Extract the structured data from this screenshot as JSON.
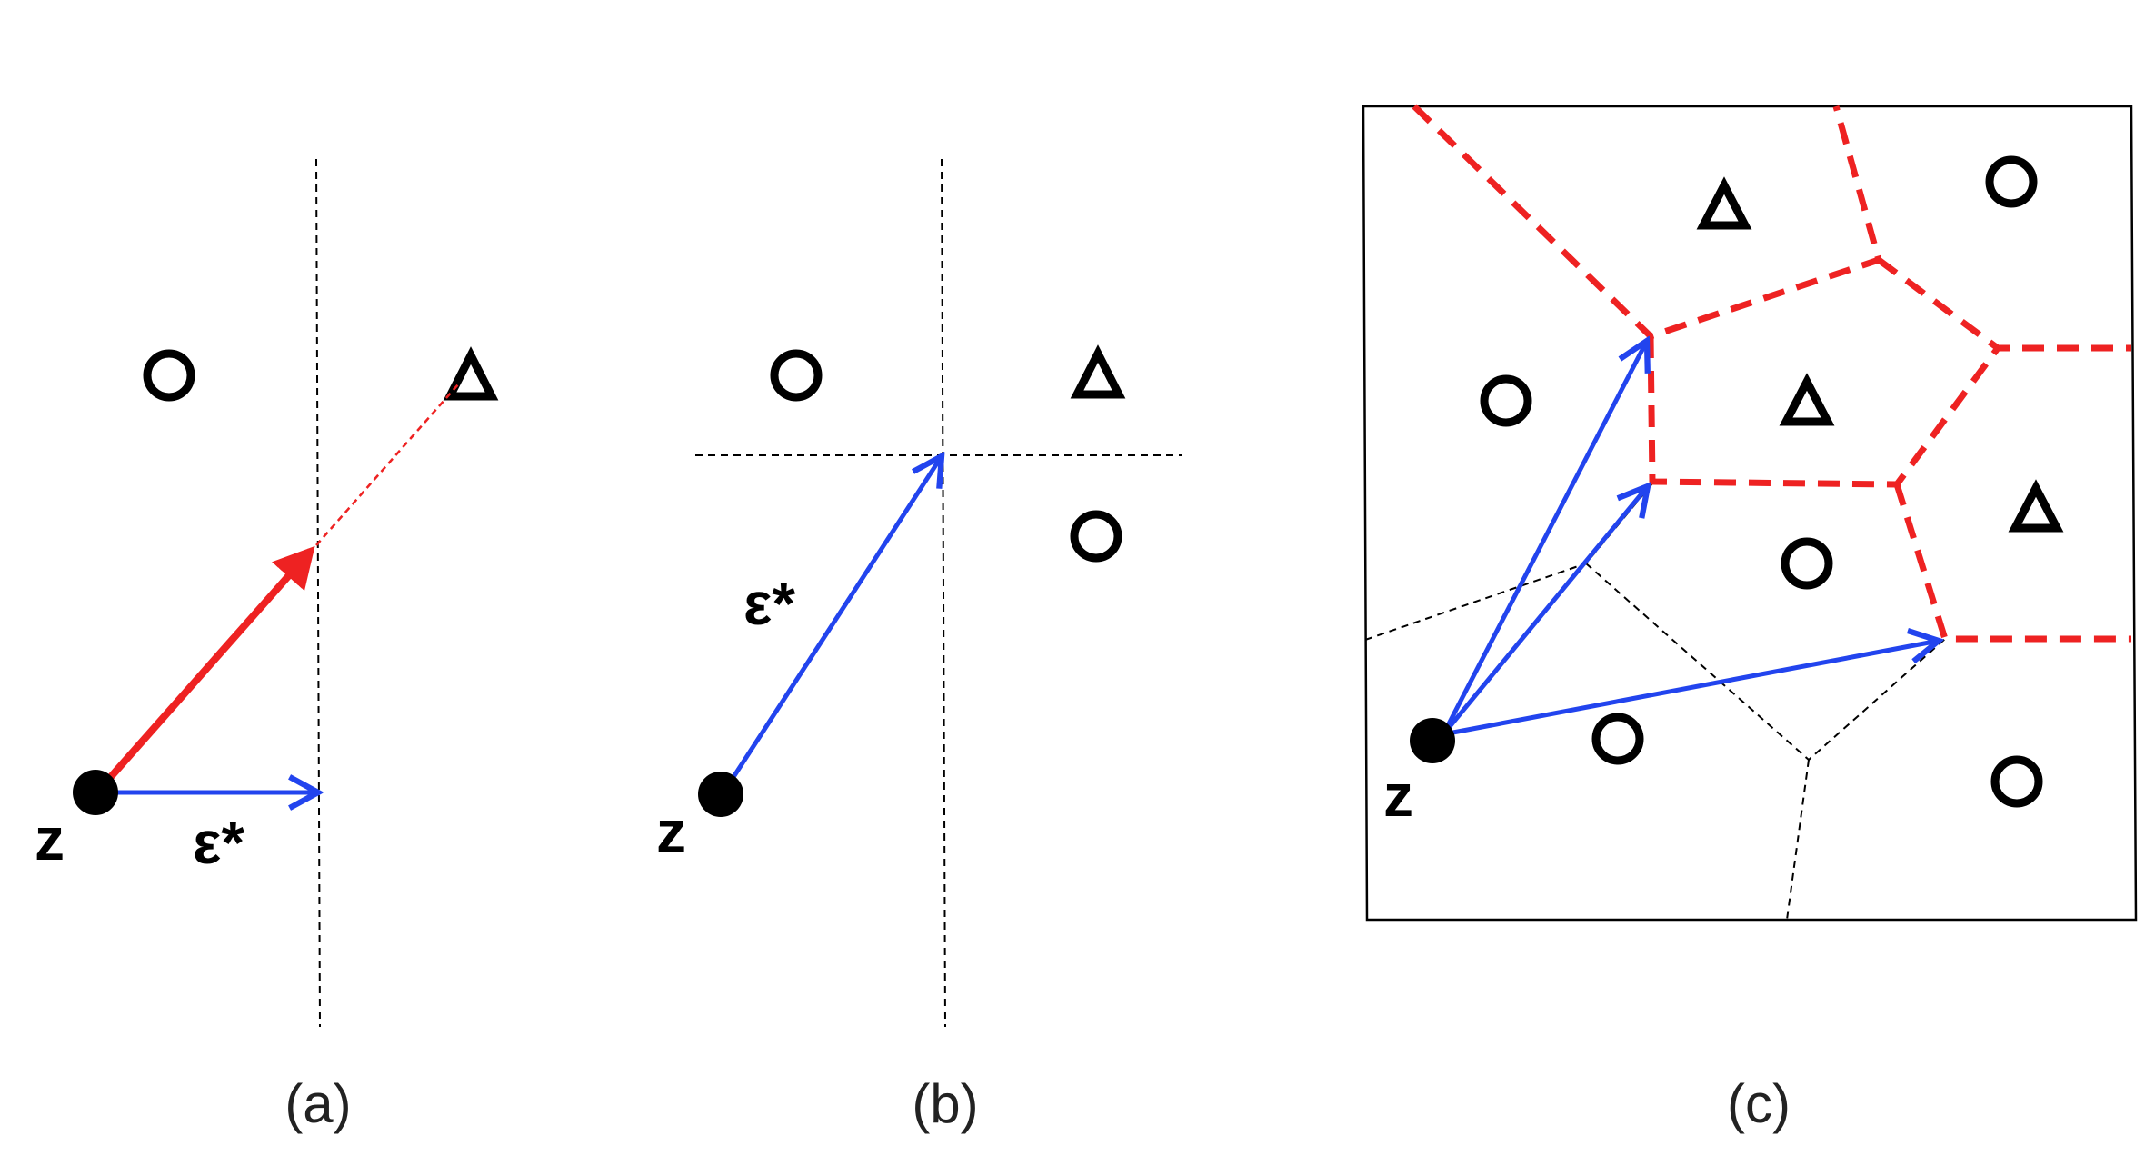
{
  "panels": [
    {
      "caption": "(a)",
      "point_label": "z",
      "vector_label": "ε*"
    },
    {
      "caption": "(b)",
      "point_label": "z",
      "vector_label": "ε*"
    },
    {
      "caption": "(c)",
      "point_label": "z"
    }
  ],
  "colors": {
    "red": "#ee2222",
    "blue": "#2244ee",
    "black": "#000000"
  },
  "markers": {
    "circle": "circle-marker",
    "triangle": "triangle-marker",
    "point": "filled-dot"
  }
}
